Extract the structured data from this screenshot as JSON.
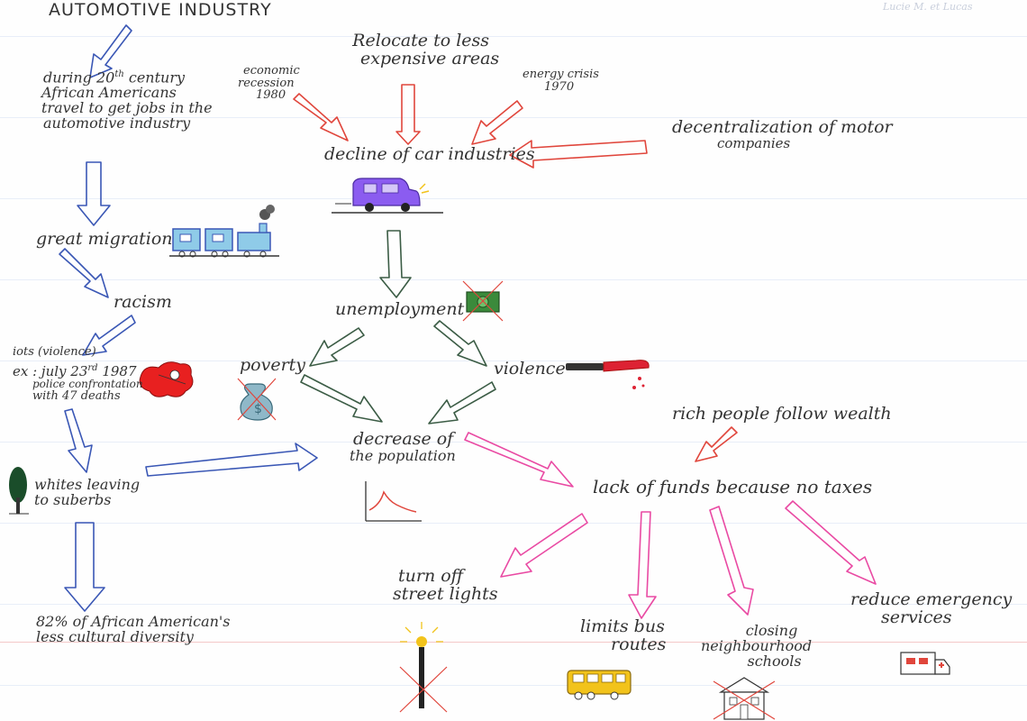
{
  "header": {
    "automotive_industry": "AUTOMOTIVE INDUSTRY",
    "author_faded": "Lucie M. et Lucas"
  },
  "left_chain": {
    "migration_intro": {
      "line1_pre": "during 20",
      "line1_sup": "th",
      "line1_post": " century",
      "line2": "African Americans",
      "line3": "travel to get jobs in the",
      "line4": "automotive industry"
    },
    "great_migration": "great migration",
    "racism": "racism",
    "riots": {
      "line1": "iots (violence)",
      "line2_pre": "ex : july 23",
      "line2_sup": "rd",
      "line2_post": " 1987",
      "line3": "police confrontation",
      "line4": "with 47 deaths"
    },
    "whites_leaving": {
      "line1": "whites leaving",
      "line2": "to suberbs"
    },
    "cultural": {
      "line1": "82% of African American's",
      "line2": "less cultural diversity"
    }
  },
  "top_causes": {
    "relocate": {
      "line1": "Relocate to less",
      "line2": "expensive areas"
    },
    "recession": {
      "line1": "economic",
      "line2": "recession",
      "line3": "1980"
    },
    "energy": {
      "line1": "energy crisis",
      "line2": "1970"
    },
    "decentralization": {
      "line1": "decentralization of motor",
      "line2": "companies"
    }
  },
  "center": {
    "decline": "decline of car industries",
    "unemployment": "unemployment",
    "poverty": "poverty",
    "violence": "violence",
    "decrease": {
      "line1": "decrease of",
      "line2": "the population"
    }
  },
  "right_branch": {
    "rich_people": "rich people follow wealth",
    "lack_funds": "lack of funds because no taxes",
    "street_lights": {
      "line1": "turn off",
      "line2": "street lights"
    },
    "bus_routes": {
      "line1": "limits bus",
      "line2": "routes"
    },
    "schools": {
      "line1": "closing",
      "line2": "neighbourhood",
      "line3": "schools"
    },
    "emergency": {
      "line1": "reduce emergency",
      "line2": "services"
    }
  },
  "colors": {
    "blue_arrow": "#3a57b5",
    "red_arrow": "#e0463c",
    "dark_green_arrow": "#3b5c45",
    "pink_arrow": "#e94aa3",
    "ink": "#333333"
  },
  "icons": [
    "train-icon",
    "car-icon",
    "money-crossed-icon",
    "money-bag-crossed-icon",
    "knife-icon",
    "explosion-icon",
    "tree-icon",
    "population-graph-icon",
    "street-light-crossed-icon",
    "bus-icon",
    "school-crossed-icon",
    "ambulance-icon"
  ]
}
